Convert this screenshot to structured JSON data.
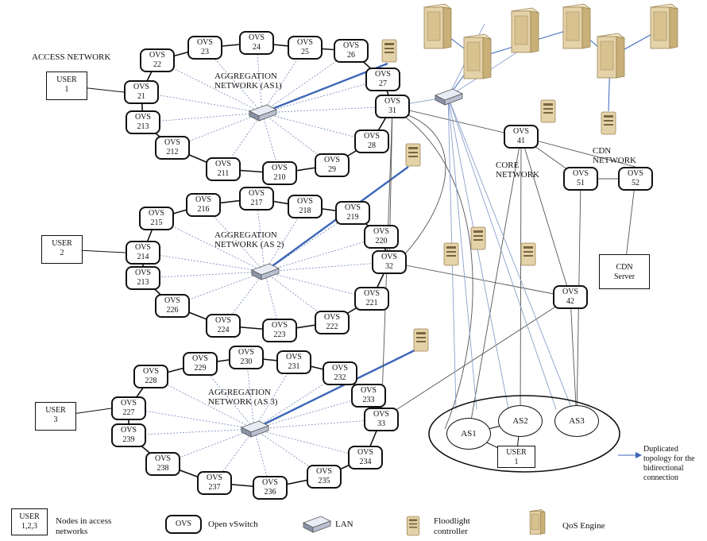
{
  "labels": {
    "access_network": "ACCESS NETWORK",
    "agg1": [
      "AGGREGATION",
      "NETWORK  (AS1)"
    ],
    "agg2": [
      "AGGREGATION",
      "NETWORK (AS 2)"
    ],
    "agg3": [
      "AGGREGATION",
      "NETWORK (AS 3)"
    ],
    "core": [
      "CORE",
      "NETWORK"
    ],
    "cdn_net": [
      "CDN",
      "NETWORK"
    ],
    "duplicated": [
      "Duplicated",
      "topology for the",
      "bidirectional",
      "connection"
    ]
  },
  "ovs_prefix": "OVS",
  "ovs": [
    "21",
    "22",
    "23",
    "24",
    "25",
    "26",
    "27",
    "31",
    "28",
    "29",
    "210",
    "211",
    "212",
    "213",
    "215",
    "216",
    "217",
    "218",
    "219",
    "220",
    "32",
    "221",
    "222",
    "223",
    "224",
    "226",
    "213",
    "214",
    "228",
    "229",
    "230",
    "231",
    "232",
    "233",
    "33",
    "234",
    "235",
    "236",
    "237",
    "238",
    "239",
    "227",
    "41",
    "42",
    "51",
    "52"
  ],
  "users": [
    {
      "l1": "USER",
      "l2": "1"
    },
    {
      "l1": "USER",
      "l2": "2"
    },
    {
      "l1": "USER",
      "l2": "3"
    }
  ],
  "cdn_server": {
    "l1": "CDN",
    "l2": "Server"
  },
  "as_nodes": [
    "AS1",
    "AS2",
    "AS3"
  ],
  "as_user": {
    "l1": "USER",
    "l2": "1"
  },
  "legend": {
    "user_box": {
      "l1": "USER",
      "l2": "1,2,3"
    },
    "user_text": [
      "Nodes in access",
      "networks"
    ],
    "ovs_box": "OVS",
    "ovs_text": "Open vSwitch",
    "lan_text": "LAN",
    "floodlight_text": [
      "Floodlight",
      "controller"
    ],
    "qos_text": "QoS Engine"
  },
  "colors": {
    "dashed": "#6f86b8",
    "link_blue": "#3c66b8",
    "dark": "#111111",
    "server": "#e4d2a8",
    "server_dark": "#9c8455"
  }
}
